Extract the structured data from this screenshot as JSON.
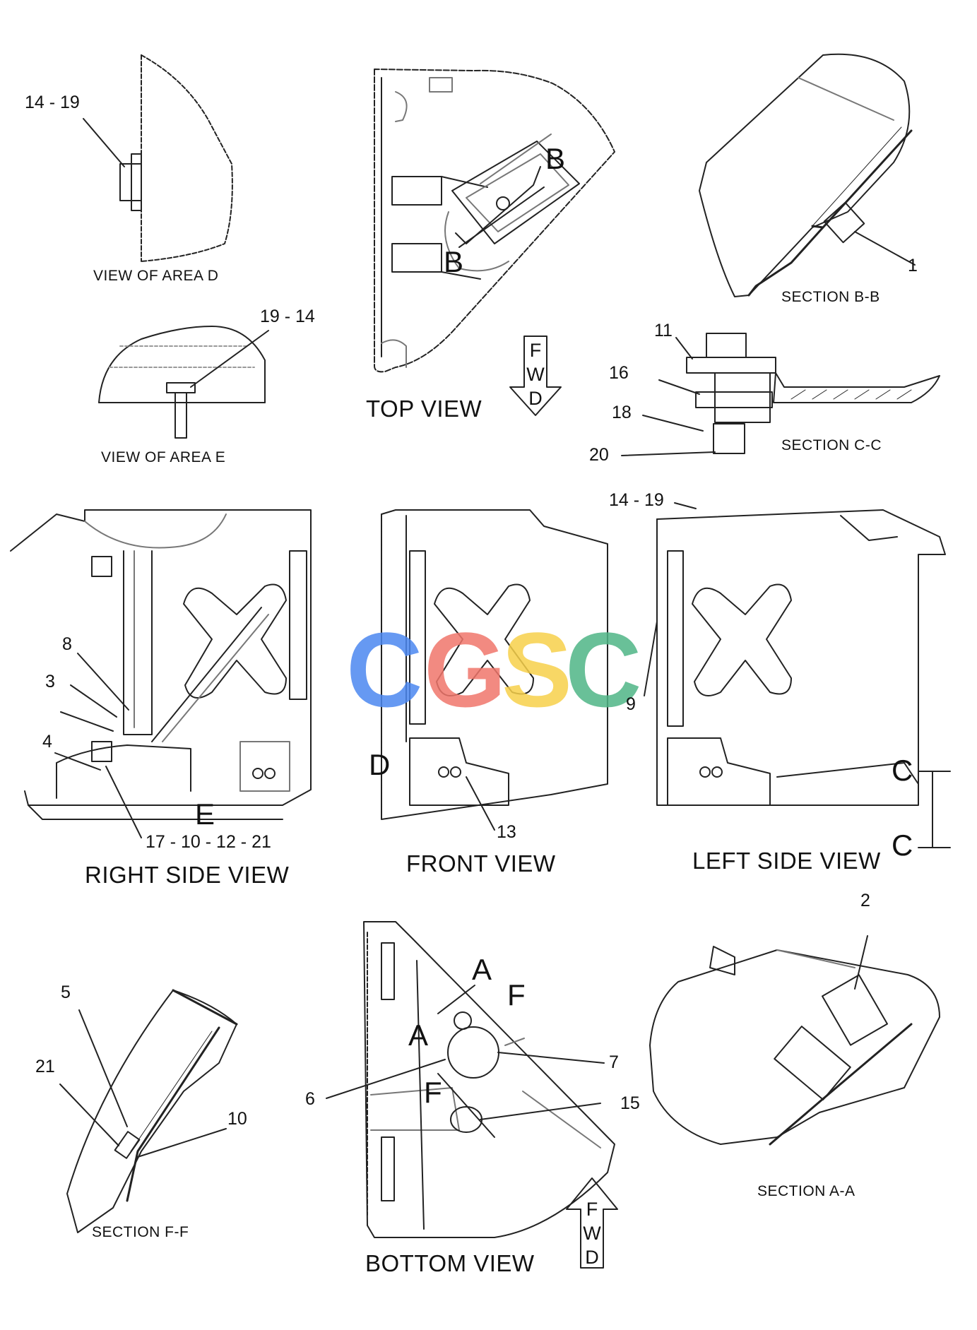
{
  "colors": {
    "line": "#222222",
    "watermark_blue": "#4b87f0",
    "watermark_red": "#f0766b",
    "watermark_yellow": "#f7d04a",
    "watermark_green": "#4fb586"
  },
  "watermark": {
    "text": "CGSC",
    "letters": [
      "C",
      "G",
      "S",
      "C"
    ]
  },
  "views": {
    "area_d": {
      "caption": "VIEW OF AREA D",
      "callout": "14 - 19"
    },
    "area_e": {
      "caption": "VIEW OF AREA E",
      "callout": "19 - 14"
    },
    "top": {
      "caption": "TOP VIEW",
      "section_marks": [
        "B",
        "B"
      ],
      "fwd": [
        "F",
        "W",
        "D"
      ]
    },
    "section_bb": {
      "caption": "SECTION B-B",
      "callout": "1"
    },
    "section_cc": {
      "caption": "SECTION C-C",
      "callouts": [
        "11",
        "16",
        "18",
        "20"
      ]
    },
    "right_side": {
      "caption": "RIGHT SIDE VIEW",
      "callouts": [
        "8",
        "3",
        "4",
        "17 - 10 - 12 - 21"
      ],
      "area_mark": "E"
    },
    "front": {
      "caption": "FRONT VIEW",
      "callouts": [
        "13"
      ],
      "area_mark": "D"
    },
    "left_side": {
      "caption": "LEFT SIDE VIEW",
      "callouts": [
        "14 - 19",
        "9"
      ],
      "section_marks": [
        "C",
        "C"
      ]
    },
    "section_ff": {
      "caption": "SECTION F-F",
      "callouts": [
        "5",
        "21",
        "10"
      ]
    },
    "bottom": {
      "caption": "BOTTOM VIEW",
      "callouts": [
        "6",
        "7",
        "15"
      ],
      "section_marks": [
        "A",
        "A",
        "F",
        "F"
      ],
      "fwd": [
        "F",
        "W",
        "D"
      ]
    },
    "section_aa": {
      "caption": "SECTION A-A",
      "callout": "2"
    }
  }
}
